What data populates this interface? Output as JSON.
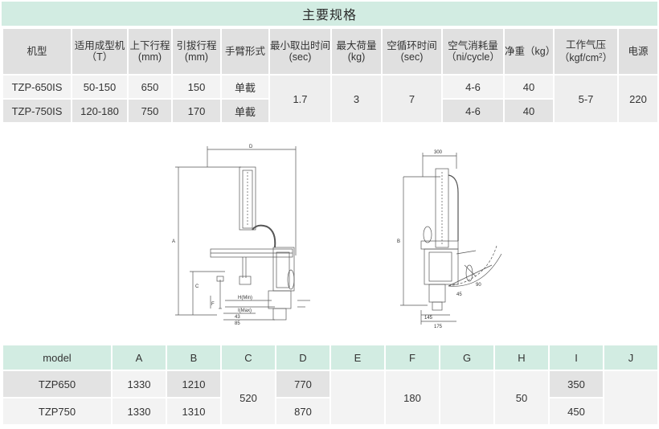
{
  "title": "主要规格",
  "spec_table": {
    "headers": [
      "机型",
      "适用成型机（T）",
      "上下行程(mm)",
      "引拔行程(mm)",
      "手臂形式",
      "最小取出时间(sec)",
      "最大荷量(kg)",
      "空循环时间(sec)",
      "空气消耗量（ni/cycle）",
      "净重（kg）",
      "工作气压（kgf/cm",
      "电源"
    ],
    "pressure_sup": "2",
    "pressure_close": "）",
    "rows": [
      {
        "model": "TZP-650IS",
        "machine": "50-150",
        "vertical": "650",
        "traverse": "150",
        "arm": "单截",
        "air": "4-6",
        "weight": "40"
      },
      {
        "model": "TZP-750IS",
        "machine": "120-180",
        "vertical": "750",
        "traverse": "170",
        "arm": "单截",
        "air": "4-6",
        "weight": "40"
      }
    ],
    "shared": {
      "min_takeout": "1.7",
      "max_load": "3",
      "cycle": "7",
      "pressure": "5-7",
      "power": "220"
    }
  },
  "drawing_labels": {
    "front": {
      "D": "D",
      "A": "A",
      "C": "C",
      "F": "F",
      "H": "H(Min)",
      "I": "I(Max)",
      "d1": "43",
      "d2": "85"
    },
    "side": {
      "top": "300",
      "B": "B",
      "d1": "145",
      "d2": "175",
      "a1": "45",
      "a2": "90"
    }
  },
  "dims_table": {
    "headers": [
      "model",
      "A",
      "B",
      "C",
      "D",
      "E",
      "F",
      "G",
      "H",
      "I",
      "J"
    ],
    "rows": [
      {
        "model": "TZP650",
        "A": "1330",
        "B": "1210",
        "D": "770",
        "I": "350"
      },
      {
        "model": "TZP750",
        "A": "1330",
        "B": "1310",
        "D": "870",
        "I": "450"
      }
    ],
    "shared": {
      "C": "520",
      "E": "",
      "F": "180",
      "G": "",
      "H": "50",
      "J": ""
    }
  },
  "colors": {
    "title_bg": "#d2ece2",
    "header_bg": "#e0e0e0",
    "cell_light": "#f3f3f3",
    "cell_dark": "#e3e3e3"
  }
}
